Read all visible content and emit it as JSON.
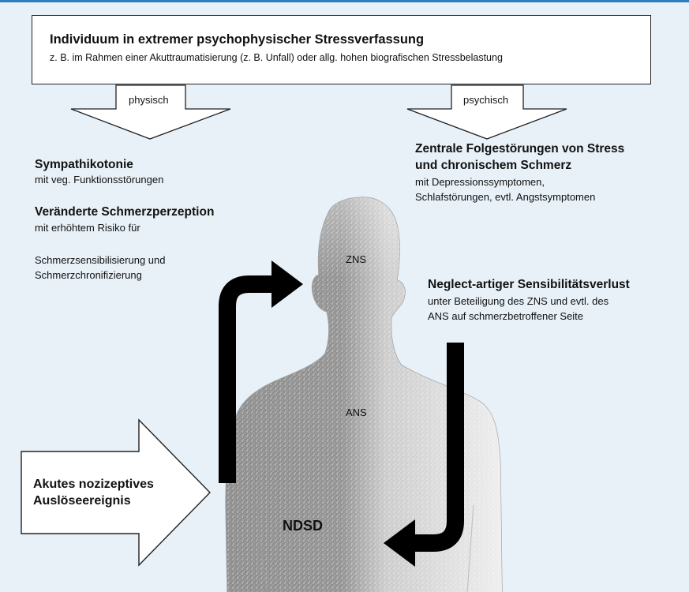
{
  "colors": {
    "background": "#e8f1f8",
    "top_rule": "#2a7fc0",
    "arrow_fill": "#000000",
    "box_fill": "#ffffff"
  },
  "top_box": {
    "title": "Individuum in extremer psychophysischer Stressverfassung",
    "subtitle": "z. B. im Rahmen einer Akuttraumatisierung (z. B. Unfall)  oder allg. hohen biografischen Stressbelastung"
  },
  "branches": {
    "left_label": "physisch",
    "right_label": "psychisch"
  },
  "left_column": {
    "sympathikotonie_title": "Sympathikotonie",
    "sympathikotonie_text": "mit veg. Funktionsstörungen",
    "perzeption_title": "Veränderte Schmerzperzeption",
    "perzeption_line1": "mit erhöhtem Risiko für",
    "perzeption_line2": "Schmerzsensibilisierung und",
    "perzeption_line3": "Schmerzchronifizierung"
  },
  "right_column": {
    "folge_title_line1": "Zentrale Folgestörungen von Stress",
    "folge_title_line2": "und chronischem Schmerz",
    "folge_line1": "mit Depressionssymptomen,",
    "folge_line2": "Schlafstörungen, evtl. Angstsymptomen",
    "neglect_title": "Neglect-artiger Sensibilitätsverlust",
    "neglect_line1": "unter Beteiligung des ZNS und evtl. des",
    "neglect_line2": "ANS auf schmerzbetroffener Seite"
  },
  "body_labels": {
    "zns": "ZNS",
    "ans": "ANS",
    "ndsd": "NDSD"
  },
  "trigger": {
    "line1": "Akutes nozizeptives",
    "line2": "Auslöseereignis"
  }
}
